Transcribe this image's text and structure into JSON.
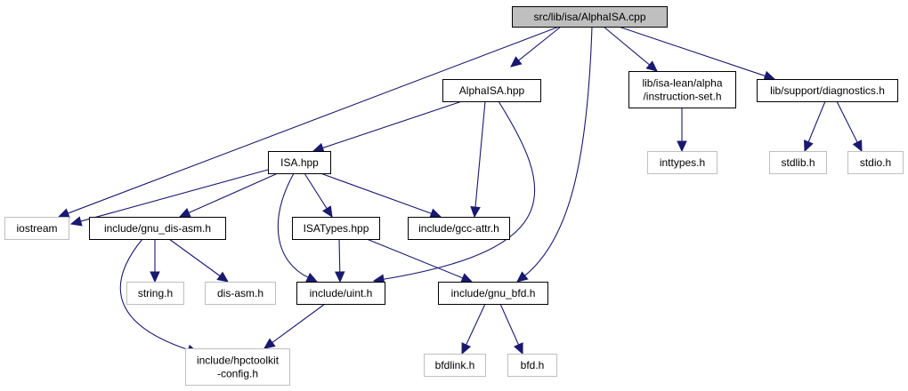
{
  "title": "src/lib/isa/AlphaISA.cpp include dependency graph",
  "colors": {
    "edge": "#191970",
    "root_fill": "#bfbfbf",
    "documented_border": "#000000",
    "external_border": "#bfbfbf"
  },
  "nodes": [
    {
      "id": "root",
      "lines": [
        "src/lib/isa/AlphaISA.cpp"
      ],
      "kind": "root"
    },
    {
      "id": "alphaisa_hpp",
      "lines": [
        "AlphaISA.hpp"
      ],
      "kind": "doc"
    },
    {
      "id": "instruction_set_h",
      "lines": [
        "lib/isa-lean/alpha",
        "/instruction-set.h"
      ],
      "kind": "doc"
    },
    {
      "id": "diagnostics_h",
      "lines": [
        "lib/support/diagnostics.h"
      ],
      "kind": "doc"
    },
    {
      "id": "inttypes_h",
      "lines": [
        "inttypes.h"
      ],
      "kind": "ext"
    },
    {
      "id": "stdlib_h",
      "lines": [
        "stdlib.h"
      ],
      "kind": "ext"
    },
    {
      "id": "stdio_h",
      "lines": [
        "stdio.h"
      ],
      "kind": "ext"
    },
    {
      "id": "isa_hpp",
      "lines": [
        "ISA.hpp"
      ],
      "kind": "doc"
    },
    {
      "id": "iostream",
      "lines": [
        "iostream"
      ],
      "kind": "ext"
    },
    {
      "id": "gnu_dis_asm_h",
      "lines": [
        "include/gnu_dis-asm.h"
      ],
      "kind": "doc"
    },
    {
      "id": "isatypes_hpp",
      "lines": [
        "ISATypes.hpp"
      ],
      "kind": "doc"
    },
    {
      "id": "gcc_attr_h",
      "lines": [
        "include/gcc-attr.h"
      ],
      "kind": "doc"
    },
    {
      "id": "string_h",
      "lines": [
        "string.h"
      ],
      "kind": "ext"
    },
    {
      "id": "dis_asm_h",
      "lines": [
        "dis-asm.h"
      ],
      "kind": "ext"
    },
    {
      "id": "uint_h",
      "lines": [
        "include/uint.h"
      ],
      "kind": "doc"
    },
    {
      "id": "gnu_bfd_h",
      "lines": [
        "include/gnu_bfd.h"
      ],
      "kind": "doc"
    },
    {
      "id": "hpctoolkit_config_h",
      "lines": [
        "include/hpctoolkit",
        "-config.h"
      ],
      "kind": "ext"
    },
    {
      "id": "bfdlink_h",
      "lines": [
        "bfdlink.h"
      ],
      "kind": "ext"
    },
    {
      "id": "bfd_h",
      "lines": [
        "bfd.h"
      ],
      "kind": "ext"
    }
  ],
  "edges": [
    {
      "from": "root",
      "to": "alphaisa_hpp"
    },
    {
      "from": "root",
      "to": "iostream"
    },
    {
      "from": "root",
      "to": "gnu_bfd_h"
    },
    {
      "from": "root",
      "to": "instruction_set_h"
    },
    {
      "from": "root",
      "to": "diagnostics_h"
    },
    {
      "from": "alphaisa_hpp",
      "to": "isa_hpp"
    },
    {
      "from": "alphaisa_hpp",
      "to": "gcc_attr_h"
    },
    {
      "from": "alphaisa_hpp",
      "to": "uint_h"
    },
    {
      "from": "instruction_set_h",
      "to": "inttypes_h"
    },
    {
      "from": "diagnostics_h",
      "to": "stdlib_h"
    },
    {
      "from": "diagnostics_h",
      "to": "stdio_h"
    },
    {
      "from": "isa_hpp",
      "to": "iostream"
    },
    {
      "from": "isa_hpp",
      "to": "gnu_dis_asm_h"
    },
    {
      "from": "isa_hpp",
      "to": "uint_h"
    },
    {
      "from": "isa_hpp",
      "to": "isatypes_hpp"
    },
    {
      "from": "isa_hpp",
      "to": "gcc_attr_h"
    },
    {
      "from": "gnu_dis_asm_h",
      "to": "string_h"
    },
    {
      "from": "gnu_dis_asm_h",
      "to": "dis_asm_h"
    },
    {
      "from": "gnu_dis_asm_h",
      "to": "hpctoolkit_config_h"
    },
    {
      "from": "isatypes_hpp",
      "to": "uint_h"
    },
    {
      "from": "isatypes_hpp",
      "to": "gnu_bfd_h"
    },
    {
      "from": "uint_h",
      "to": "hpctoolkit_config_h"
    },
    {
      "from": "gnu_bfd_h",
      "to": "bfdlink_h"
    },
    {
      "from": "gnu_bfd_h",
      "to": "bfd_h"
    }
  ]
}
